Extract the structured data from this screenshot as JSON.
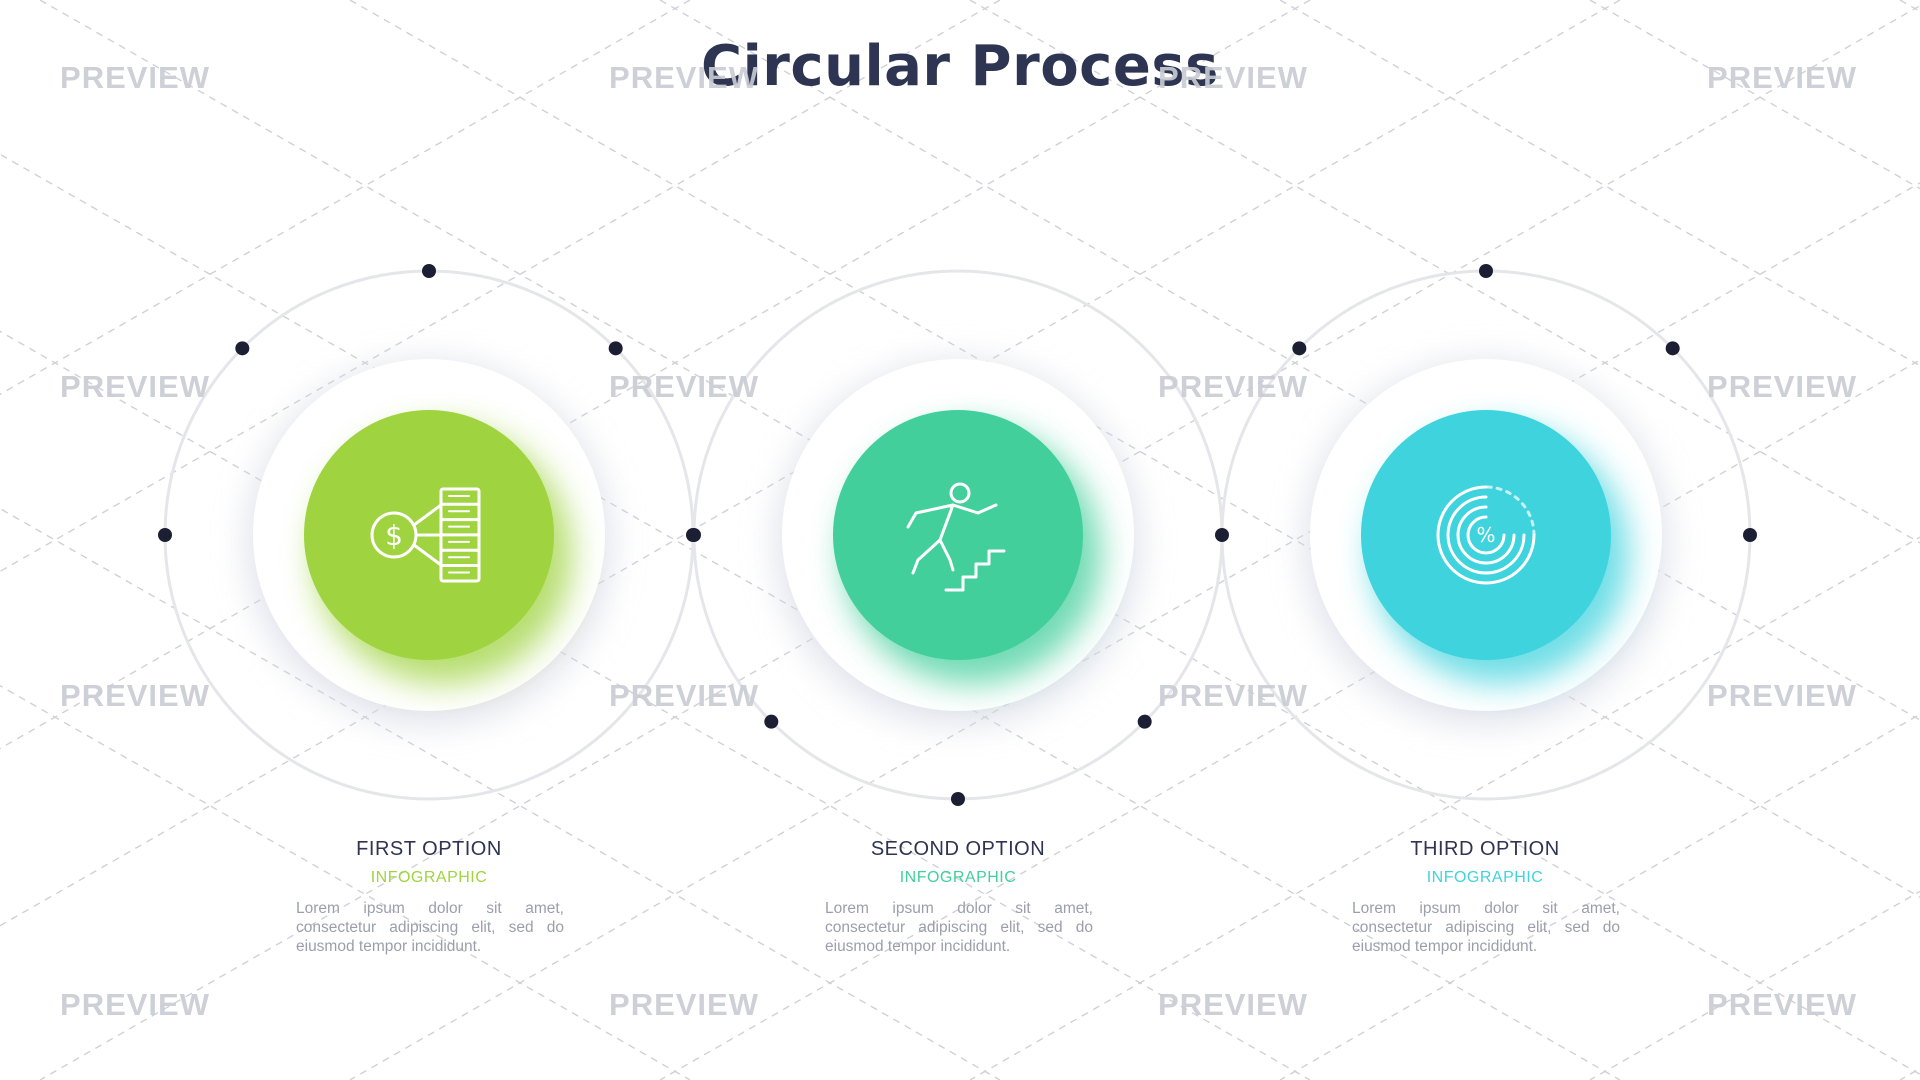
{
  "title": "Circular Process",
  "watermark": "PREVIEW",
  "options": [
    {
      "title": "FIRST OPTION",
      "subtitle": "INFOGRAPHIC",
      "description": "Lorem ipsum dolor sit amet, consectetur adipiscing elit, sed do eiusmod tempor incididunt.",
      "color": "#9fd33f",
      "icon": "money-server-icon"
    },
    {
      "title": "SECOND OPTION",
      "subtitle": "INFOGRAPHIC",
      "description": "Lorem ipsum dolor sit amet, consectetur adipiscing elit, sed do eiusmod tempor incididunt.",
      "color": "#43cf9b",
      "icon": "person-climbing-stairs-icon"
    },
    {
      "title": "THIRD OPTION",
      "subtitle": "INFOGRAPHIC",
      "description": "Lorem ipsum dolor sit amet, consectetur adipiscing elit, sed do eiusmod tempor incididunt.",
      "color": "#3fd3de",
      "icon": "percent-spiral-icon"
    }
  ],
  "colors": {
    "title": "#2e3552",
    "dot": "#1c1f33",
    "ring": "#e5e6ea",
    "text": "#2e3552",
    "description": "#9a9fab",
    "watermark": "#c9ccd3"
  }
}
